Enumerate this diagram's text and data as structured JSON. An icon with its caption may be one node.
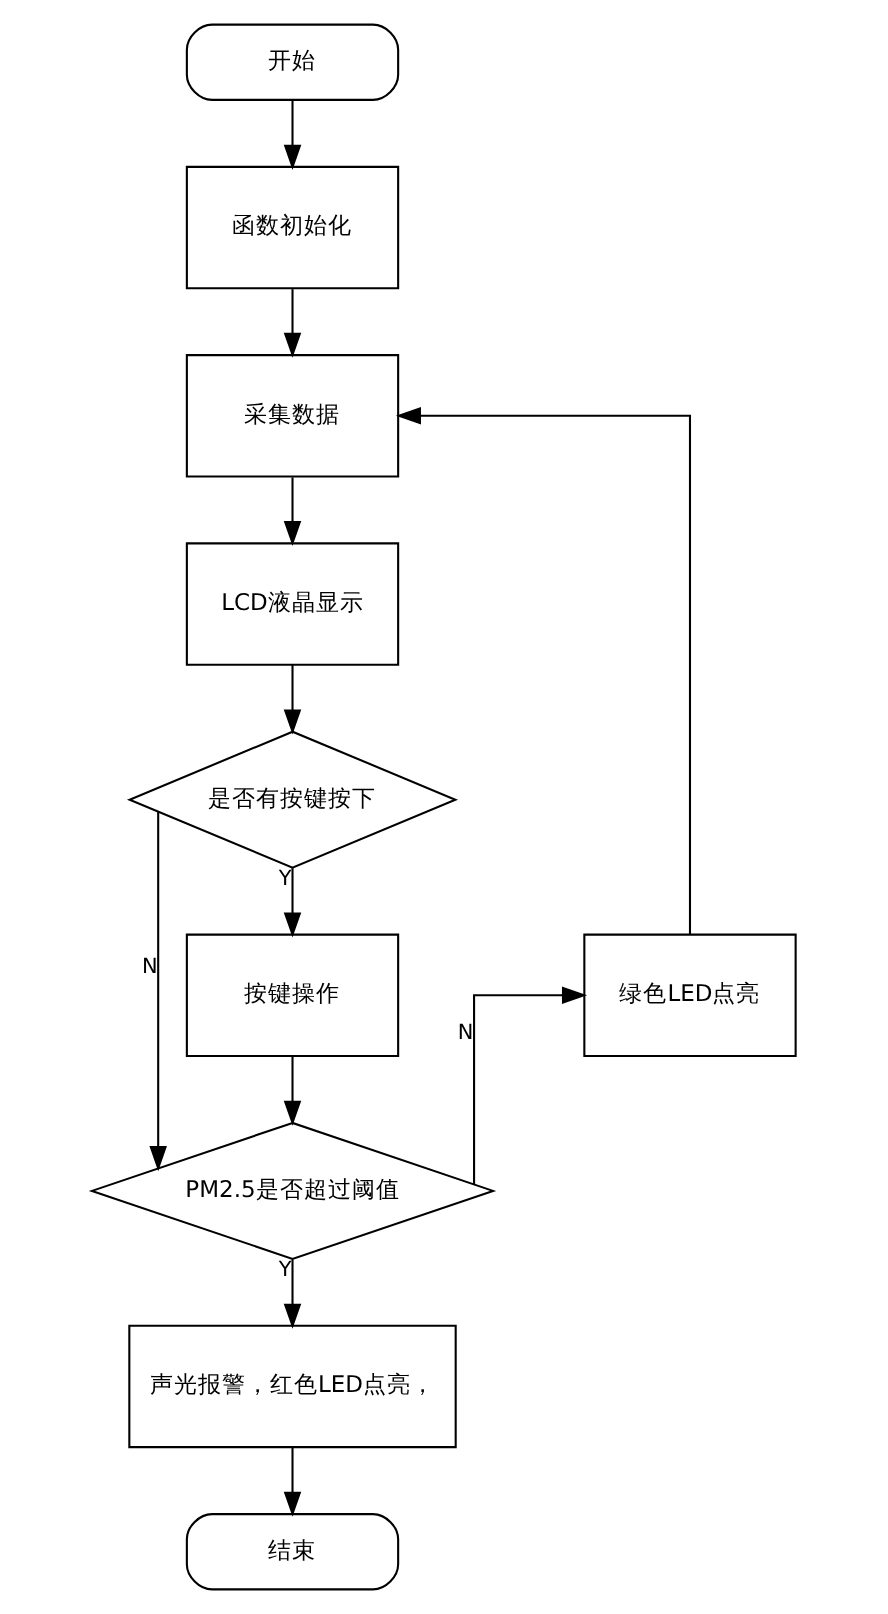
{
  "diagram": {
    "nodes": [
      {
        "text": [
          "开始"
        ]
      },
      {
        "text": [
          "函数初始化"
        ]
      },
      {
        "text": [
          "采集数据"
        ]
      },
      {
        "text": [
          "LCD液晶显示"
        ]
      },
      {
        "text": [
          "是否有按键按下"
        ]
      },
      {
        "text": [
          "绿色LED点亮"
        ]
      },
      {
        "text": [
          "按键操作"
        ]
      },
      {
        "text": [
          "PM2.5是否超过阈值"
        ]
      },
      {
        "text": [
          "声光报警，红色LED点亮，"
        ]
      },
      {
        "text": [
          "结束"
        ]
      }
    ],
    "edges": [
      {
        "from": 0,
        "to": 1,
        "arrow": "to"
      },
      {
        "from": 1,
        "to": 2,
        "arrow": "to"
      },
      {
        "from": 2,
        "to": 3,
        "arrow": "to"
      },
      {
        "from": 3,
        "to": 4,
        "arrow": "to"
      },
      {
        "from": 4,
        "to": 6,
        "arrow": "to",
        "label": "Y"
      },
      {
        "from": 4,
        "to": 7,
        "arrow": "to",
        "label": "N"
      },
      {
        "from": 6,
        "to": 7,
        "arrow": "to"
      },
      {
        "from": 7,
        "to": 5,
        "arrow": "to",
        "label": "N"
      },
      {
        "from": 5,
        "to": 2,
        "arrow": "to"
      },
      {
        "from": 7,
        "to": 8,
        "arrow": "to",
        "label": "Y"
      },
      {
        "from": 8,
        "to": 9,
        "arrow": "to"
      }
    ]
  }
}
